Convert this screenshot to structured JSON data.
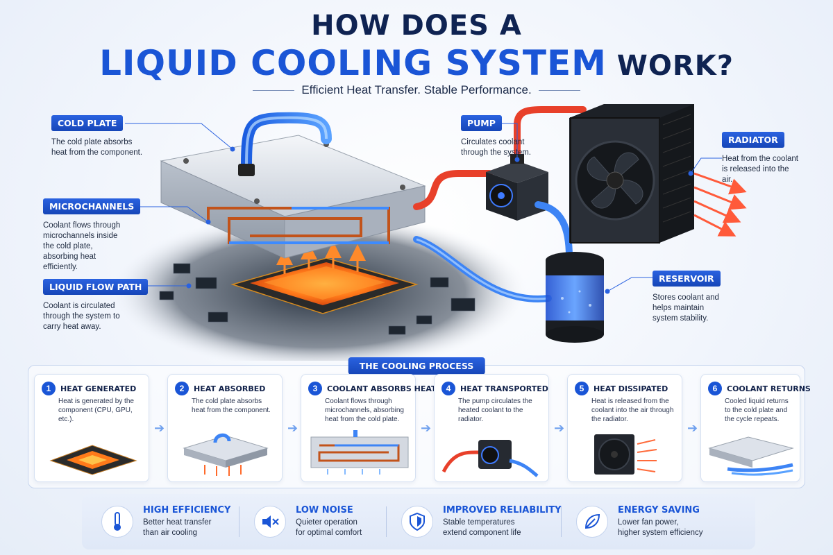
{
  "header": {
    "title_line1": "HOW DOES A",
    "title_accent": "LIQUID COOLING SYSTEM",
    "title_end": "WORK?",
    "subtitle": "Efficient Heat Transfer. Stable Performance."
  },
  "callouts": {
    "cold_plate": {
      "label": "COLD PLATE",
      "desc": "The cold plate absorbs heat from the component."
    },
    "microchannels": {
      "label": "MICROCHANNELS",
      "desc": "Coolant flows through microchannels inside the cold plate, absorbing heat efficiently."
    },
    "liquid_flow": {
      "label": "LIQUID FLOW PATH",
      "desc": "Coolant is circulated through the system to carry heat away."
    },
    "pump": {
      "label": "PUMP",
      "desc": "Circulates coolant through the system."
    },
    "radiator": {
      "label": "RADIATOR",
      "desc": "Heat from the coolant is released into the air."
    },
    "reservoir": {
      "label": "RESERVOIR",
      "desc": "Stores coolant and helps maintain system stability."
    }
  },
  "process": {
    "title": "THE COOLING PROCESS",
    "steps": [
      {
        "num": "1",
        "title": "HEAT GENERATED",
        "desc": "Heat is generated by the component (CPU, GPU, etc.)."
      },
      {
        "num": "2",
        "title": "HEAT ABSORBED",
        "desc": "The cold plate absorbs heat from the component."
      },
      {
        "num": "3",
        "title": "COOLANT ABSORBS HEAT",
        "desc": "Coolant flows through microchannels, absorbing heat from the cold plate."
      },
      {
        "num": "4",
        "title": "HEAT TRANSPORTED",
        "desc": "The pump circulates the heated coolant to the radiator."
      },
      {
        "num": "5",
        "title": "HEAT DISSIPATED",
        "desc": "Heat is released from the coolant into the air through the radiator."
      },
      {
        "num": "6",
        "title": "COOLANT RETURNS",
        "desc": "Cooled liquid returns to the cold plate and the cycle repeats."
      }
    ]
  },
  "benefits": [
    {
      "title": "HIGH EFFICIENCY",
      "desc1": "Better heat transfer",
      "desc2": "than air cooling",
      "icon": "thermometer-icon"
    },
    {
      "title": "LOW NOISE",
      "desc1": "Quieter operation",
      "desc2": "for optimal comfort",
      "icon": "mute-speaker-icon"
    },
    {
      "title": "IMPROVED RELIABILITY",
      "desc1": "Stable temperatures",
      "desc2": "extend component life",
      "icon": "shield-icon"
    },
    {
      "title": "ENERGY SAVING",
      "desc1": "Lower fan power,",
      "desc2": "higher system efficiency",
      "icon": "leaf-icon"
    }
  ],
  "colors": {
    "accent": "#1a55d6",
    "hot": "#e8402a",
    "cold": "#2f7bf0",
    "navy": "#0f2352"
  }
}
